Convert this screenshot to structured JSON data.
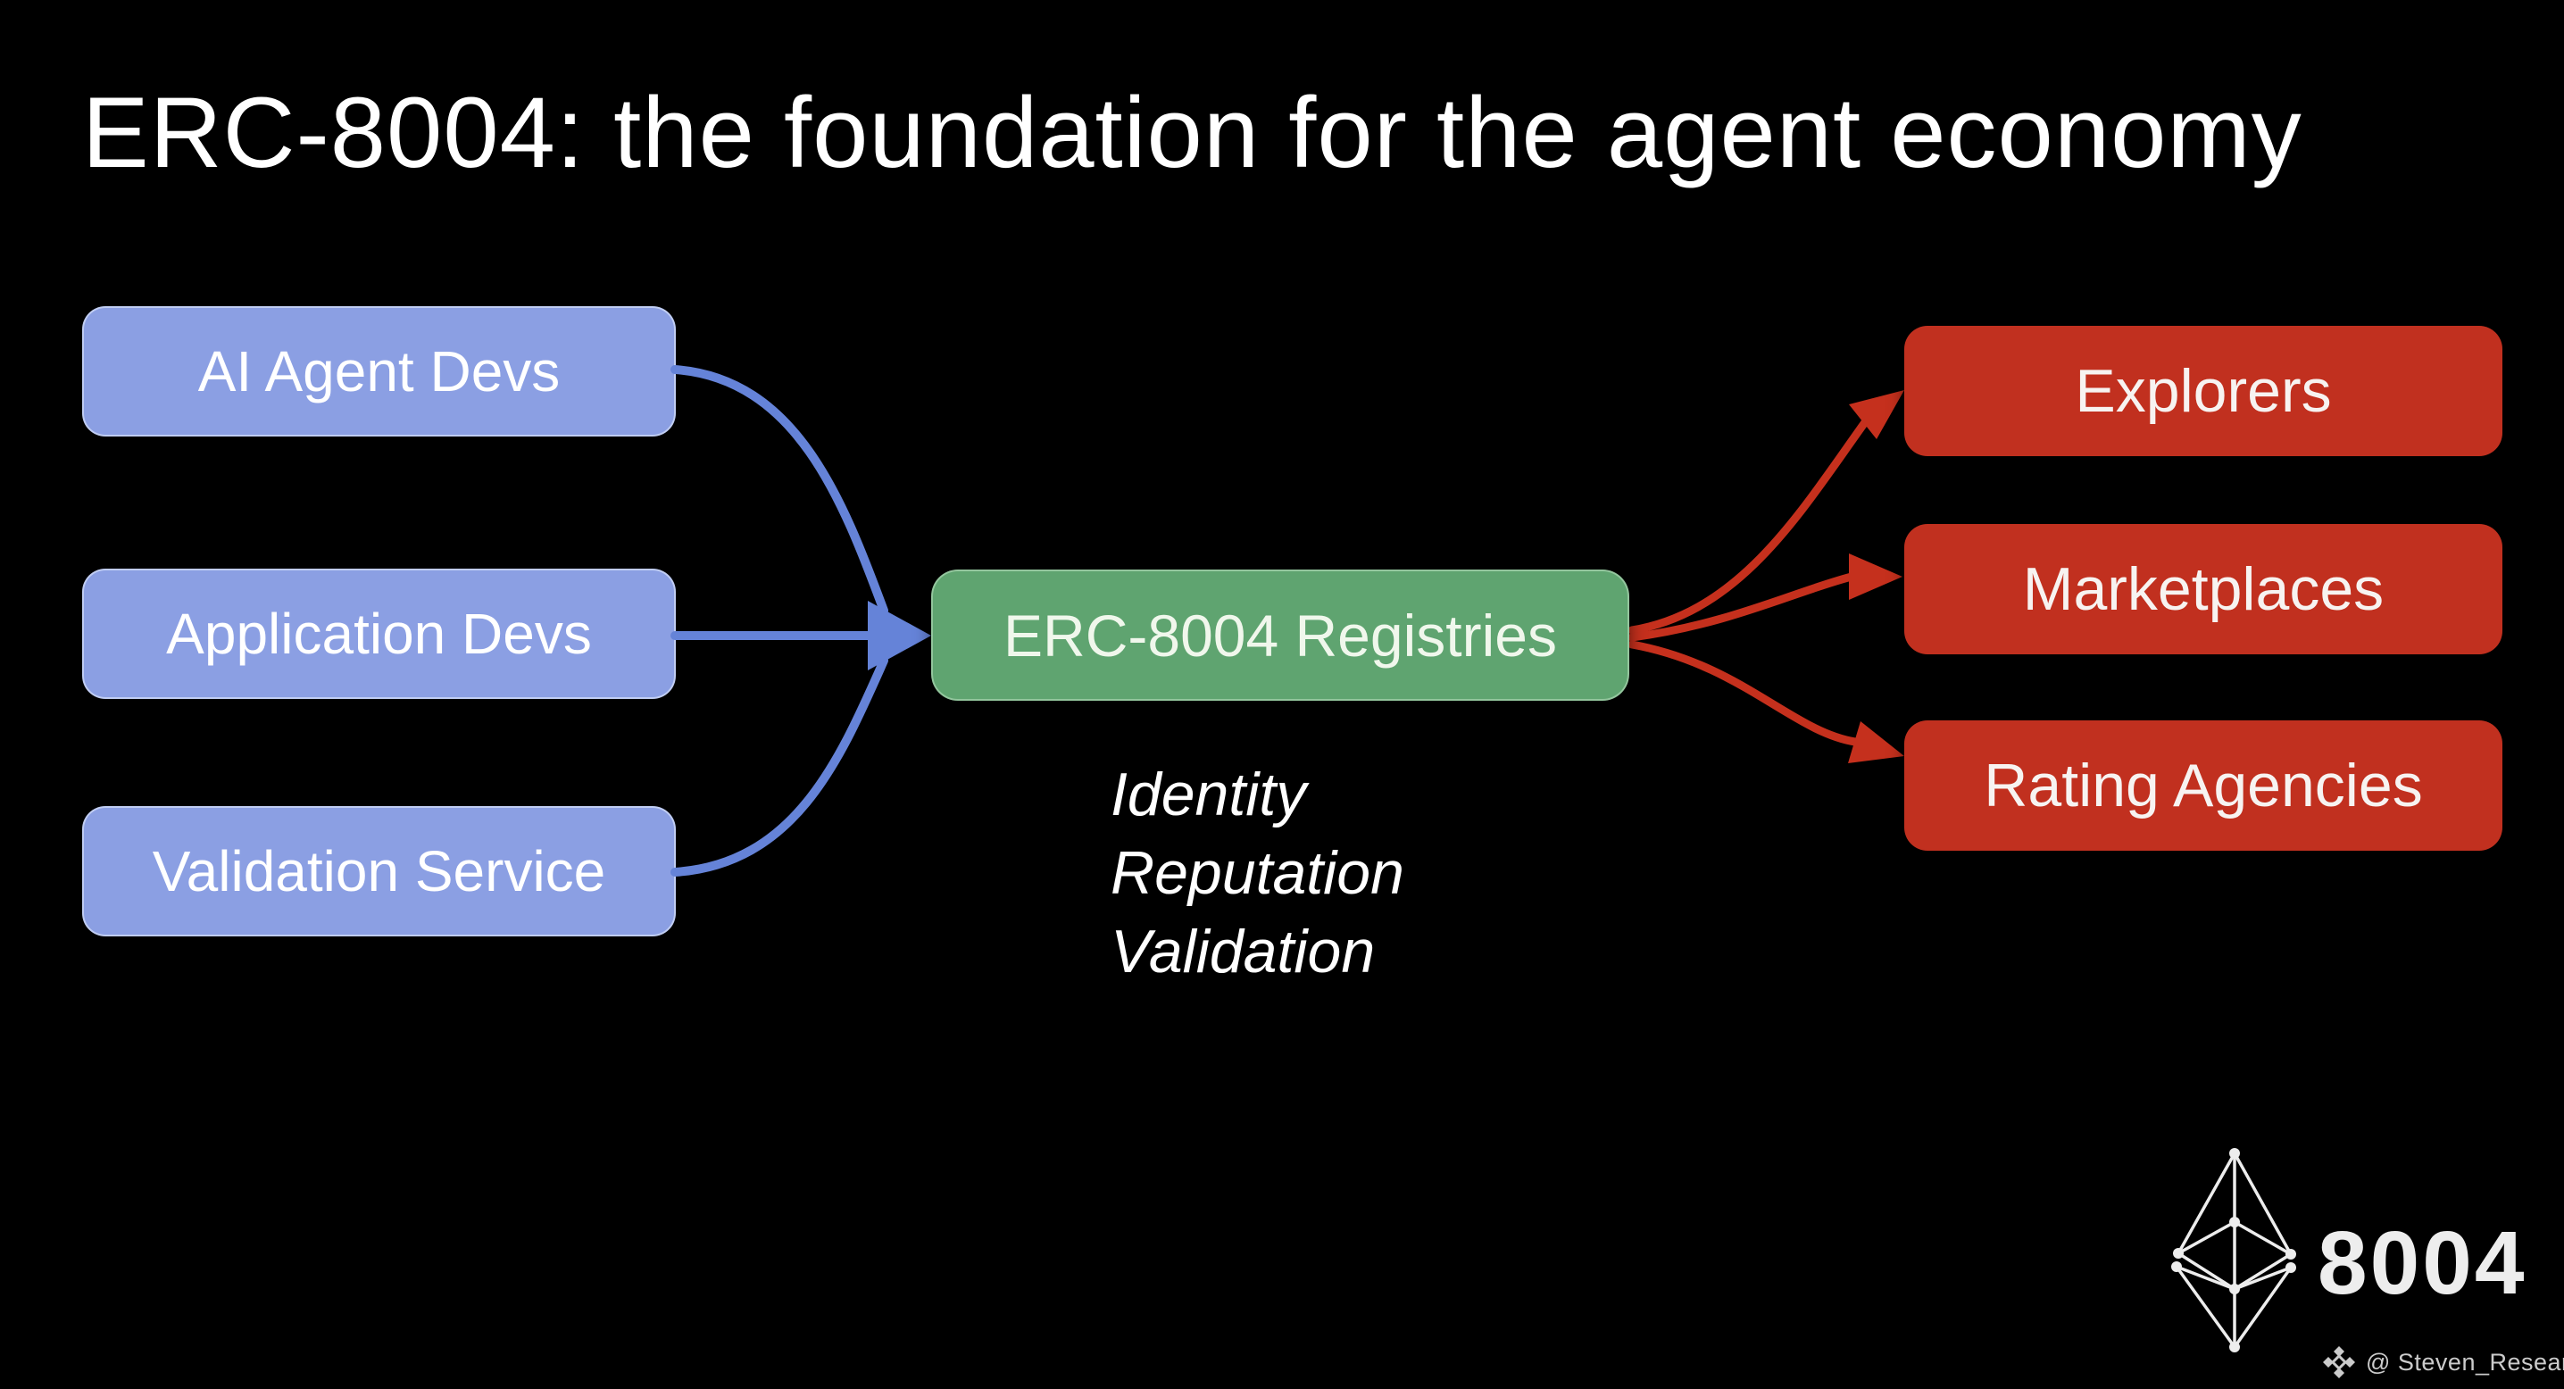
{
  "header": {
    "title": "ERC-8004: the foundation for the agent economy"
  },
  "diagram": {
    "sources": [
      {
        "label": "AI Agent Devs"
      },
      {
        "label": "Application Devs"
      },
      {
        "label": "Validation Service"
      }
    ],
    "center": {
      "label": "ERC-8004 Registries",
      "functions": [
        "Identity",
        "Reputation",
        "Validation"
      ]
    },
    "consumers": [
      {
        "label": "Explorers"
      },
      {
        "label": "Marketplaces"
      },
      {
        "label": "Rating Agencies"
      }
    ]
  },
  "branding": {
    "logo_icon": "ethereum-wireframe-icon",
    "logo_text": "8004"
  },
  "watermark": {
    "icon": "binance-diamond-icon",
    "handle": "@ Steven_Research"
  },
  "colors": {
    "background": "#000000",
    "title_text": "#ffffff",
    "source_box": "#8b9fe3",
    "source_arrow": "#6583d8",
    "center_box": "#5fa470",
    "center_box_text": "#f0f7ec",
    "consumer_box": "#c1301f",
    "consumer_arrow": "#c5301d",
    "box_text": "#ffffff",
    "watermark_text": "#cbcbcb",
    "logo": "#ededed"
  }
}
